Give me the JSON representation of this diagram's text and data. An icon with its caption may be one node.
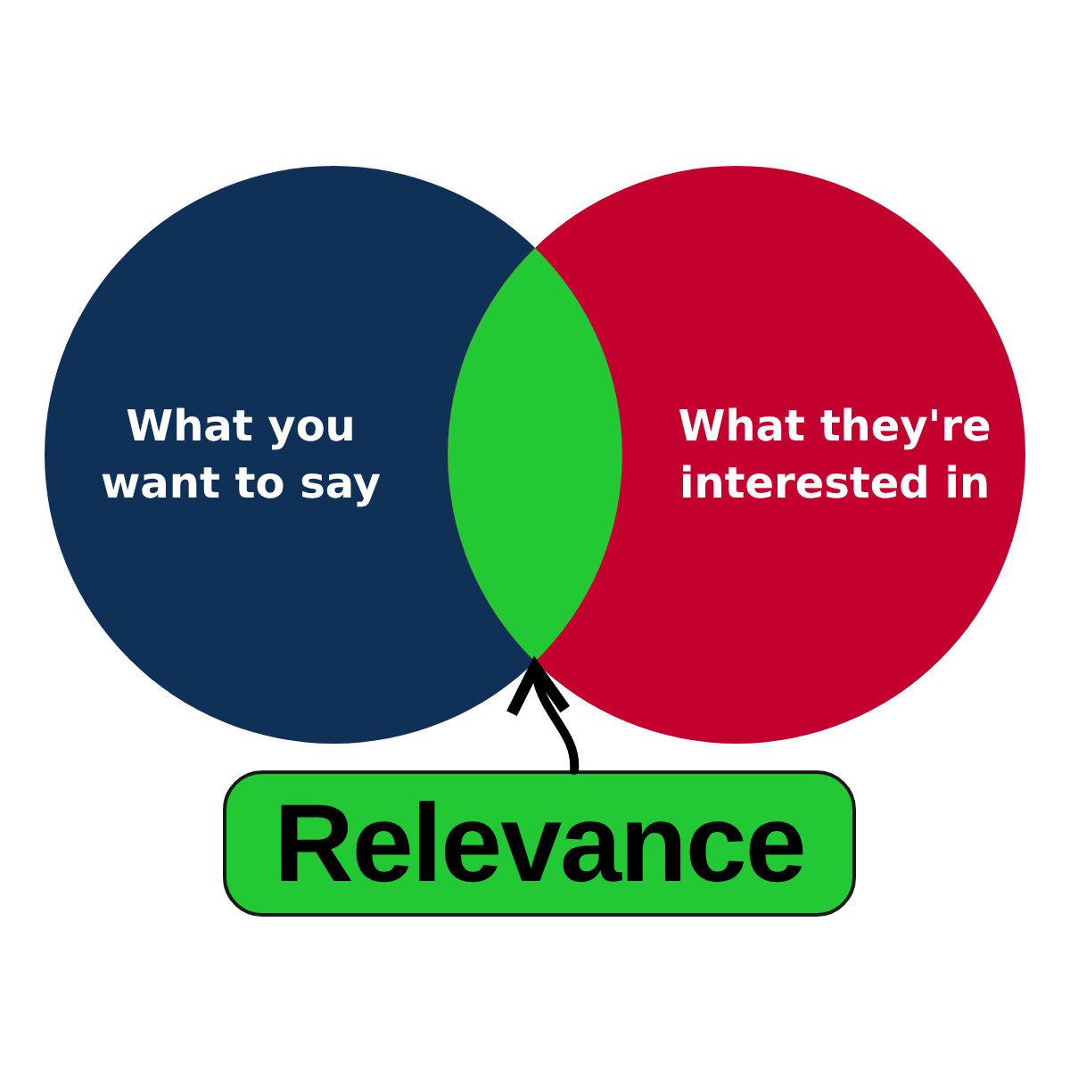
{
  "diagram": {
    "nodes": [
      {
        "text": [
          "What you want to say"
        ]
      },
      {
        "text": [
          "What they're interested in"
        ]
      },
      {
        "text": [],
        "shape": "lens"
      },
      {
        "text": [
          "Relevance"
        ]
      }
    ],
    "edges": [
      {
        "from": 3,
        "to": 2,
        "arrow": "to"
      }
    ]
  }
}
